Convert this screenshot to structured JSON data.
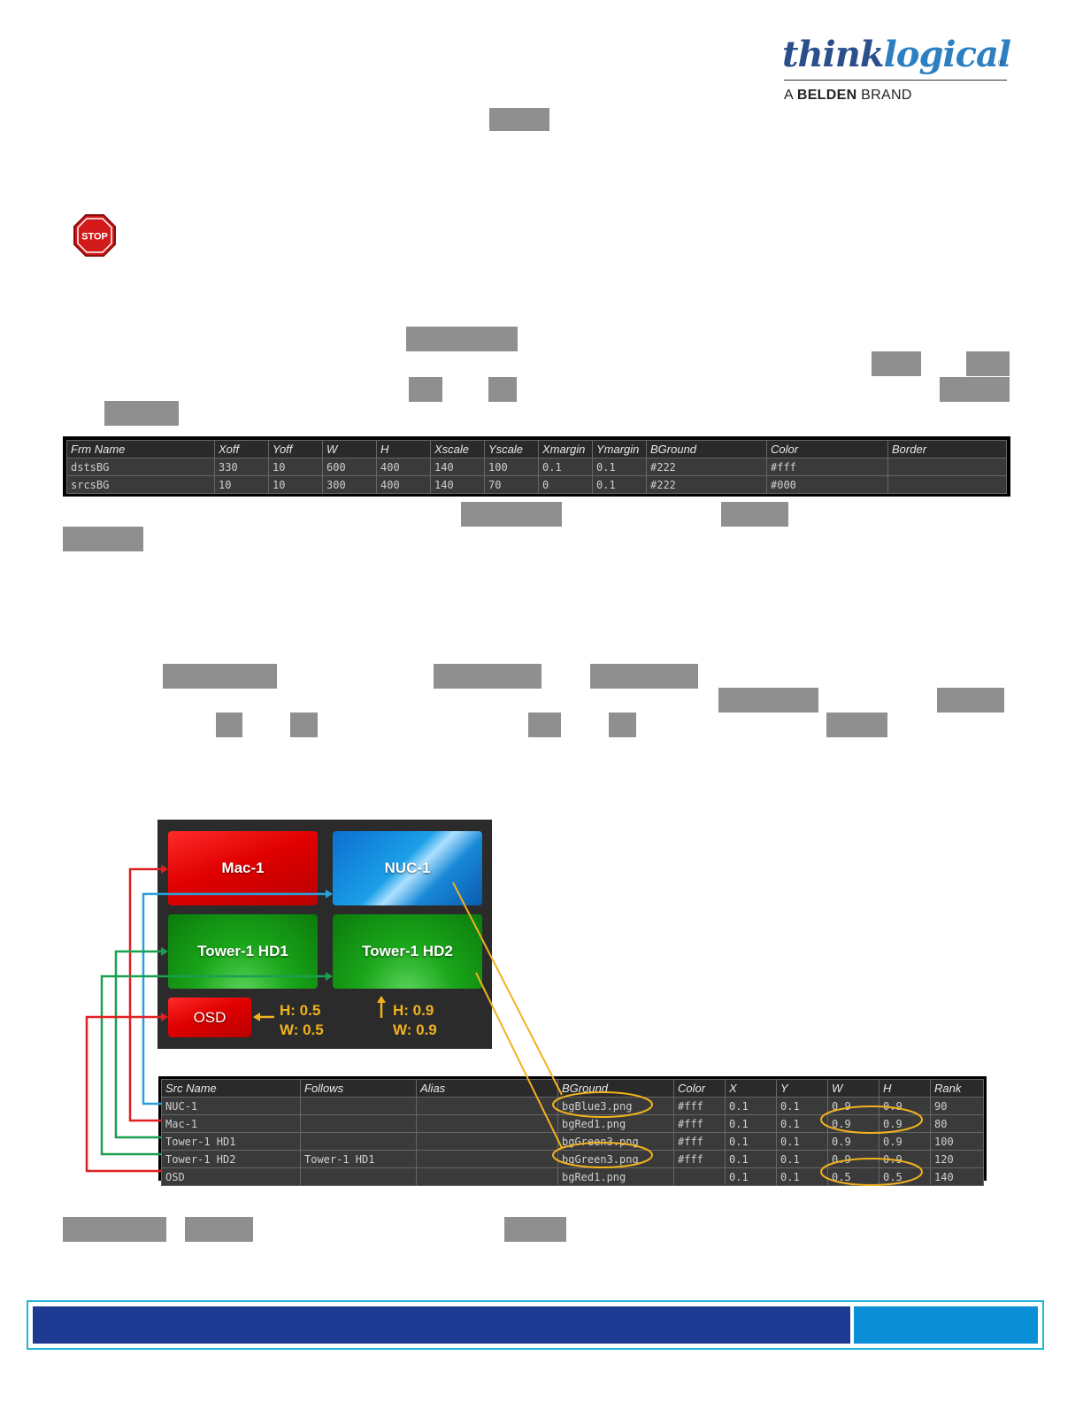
{
  "logo": {
    "word_dark": "think",
    "word_light": "logical",
    "reg": "®",
    "brand_prefix": "A ",
    "brand_bold": "BELDEN",
    "brand_suffix": " BRAND"
  },
  "icons": {
    "stop": "STOP"
  },
  "frames_table": {
    "headers": [
      "Frm Name",
      "Xoff",
      "Yoff",
      "W",
      "H",
      "Xscale",
      "Yscale",
      "Xmargin",
      "Ymargin",
      "BGround",
      "Color",
      "Border"
    ],
    "rows": [
      [
        "dstsBG",
        "330",
        "10",
        "600",
        "400",
        "140",
        "100",
        "0.1",
        "0.1",
        "#222",
        "#fff",
        ""
      ],
      [
        "srcsBG",
        "10",
        "10",
        "300",
        "400",
        "140",
        "70",
        "0",
        "0.1",
        "#222",
        "#000",
        ""
      ]
    ]
  },
  "screen": {
    "tiles": [
      "Mac-1",
      "NUC-1",
      "Tower-1 HD1",
      "Tower-1 HD2",
      "OSD"
    ],
    "osd_h": "H: 0.5",
    "osd_w": "W: 0.5",
    "main_h": "H: 0.9",
    "main_w": "W: 0.9"
  },
  "sources_table": {
    "headers": [
      "Src Name",
      "Follows",
      "Alias",
      "BGround",
      "Color",
      "X",
      "Y",
      "W",
      "H",
      "Rank"
    ],
    "rows": [
      [
        "NUC-1",
        "",
        "",
        "bgBlue3.png",
        "#fff",
        "0.1",
        "0.1",
        "0.9",
        "0.9",
        "90"
      ],
      [
        "Mac-1",
        "",
        "",
        "bgRed1.png",
        "#fff",
        "0.1",
        "0.1",
        "0.9",
        "0.9",
        "80"
      ],
      [
        "Tower-1 HD1",
        "",
        "",
        "bgGreen3.png",
        "#fff",
        "0.1",
        "0.1",
        "0.9",
        "0.9",
        "100"
      ],
      [
        "Tower-1 HD2",
        "Tower-1 HD1",
        "",
        "bgGreen3.png",
        "#fff",
        "0.1",
        "0.1",
        "0.9",
        "0.9",
        "120"
      ],
      [
        "OSD",
        "",
        "",
        "bgRed1.png",
        "",
        "0.1",
        "0.1",
        "0.5",
        "0.5",
        "140"
      ]
    ]
  },
  "colors": {
    "redacted": "#8f8f8f",
    "annotation": "#f0b21e",
    "link_red": "#e02020",
    "link_blue": "#2aa0d8",
    "link_green": "#18a050",
    "footer_dark": "#1d3a93",
    "footer_light": "#0a8fd6",
    "footer_border": "#25b6d6"
  }
}
